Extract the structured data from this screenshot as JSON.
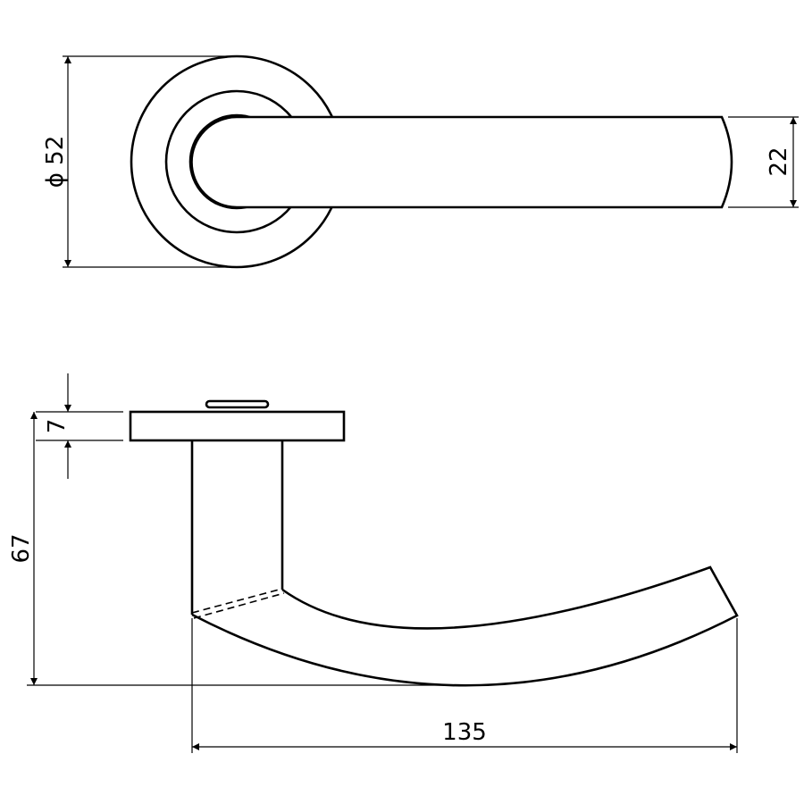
{
  "dimensions": {
    "rose_diameter": "ϕ 52",
    "lever_width": "22",
    "rose_thickness": "7",
    "lever_height": "67",
    "lever_length": "135"
  },
  "colors": {
    "line": "#000000",
    "background": "#ffffff"
  }
}
